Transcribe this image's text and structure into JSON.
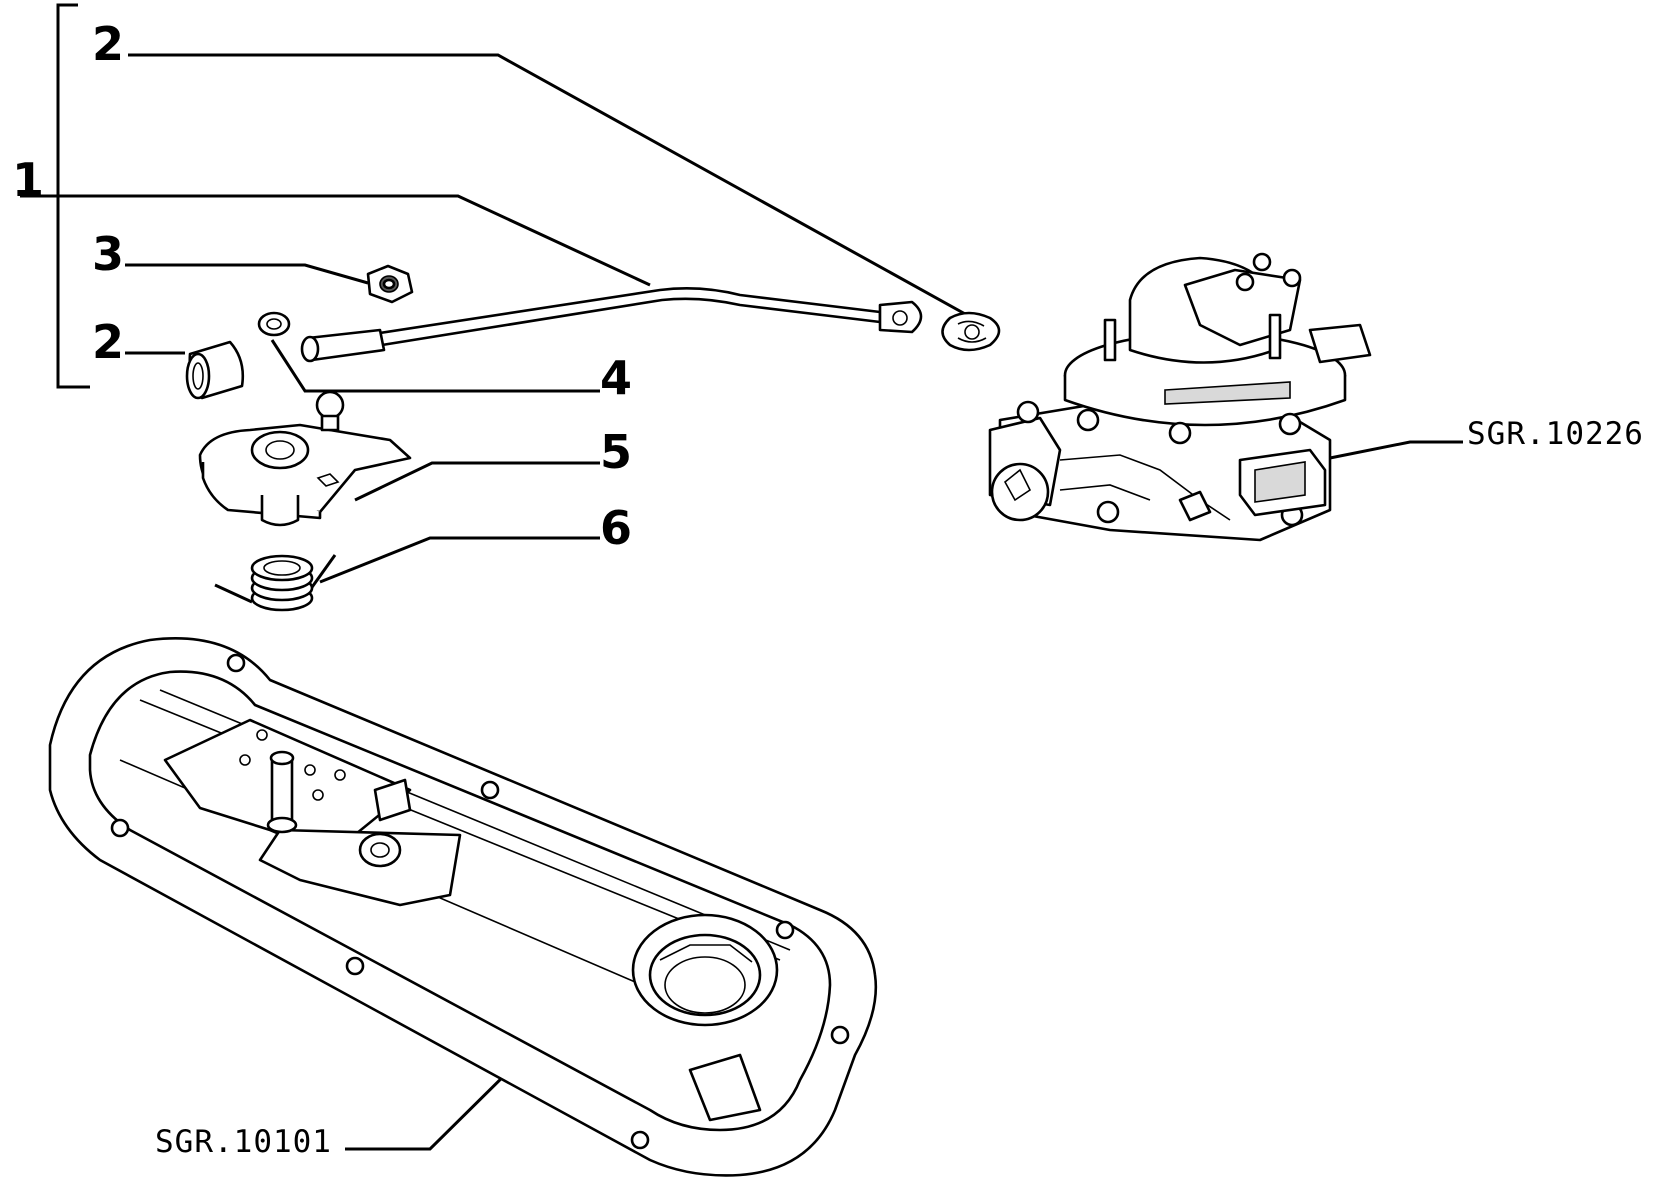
{
  "callouts": {
    "c1": "1",
    "c2a": "2",
    "c2b": "2",
    "c3": "3",
    "c4": "4",
    "c5": "5",
    "c6": "6"
  },
  "references": {
    "carburetor": "SGR.10226",
    "valve_cover": "SGR.10101"
  },
  "colors": {
    "line": "#000000",
    "background": "#ffffff"
  }
}
